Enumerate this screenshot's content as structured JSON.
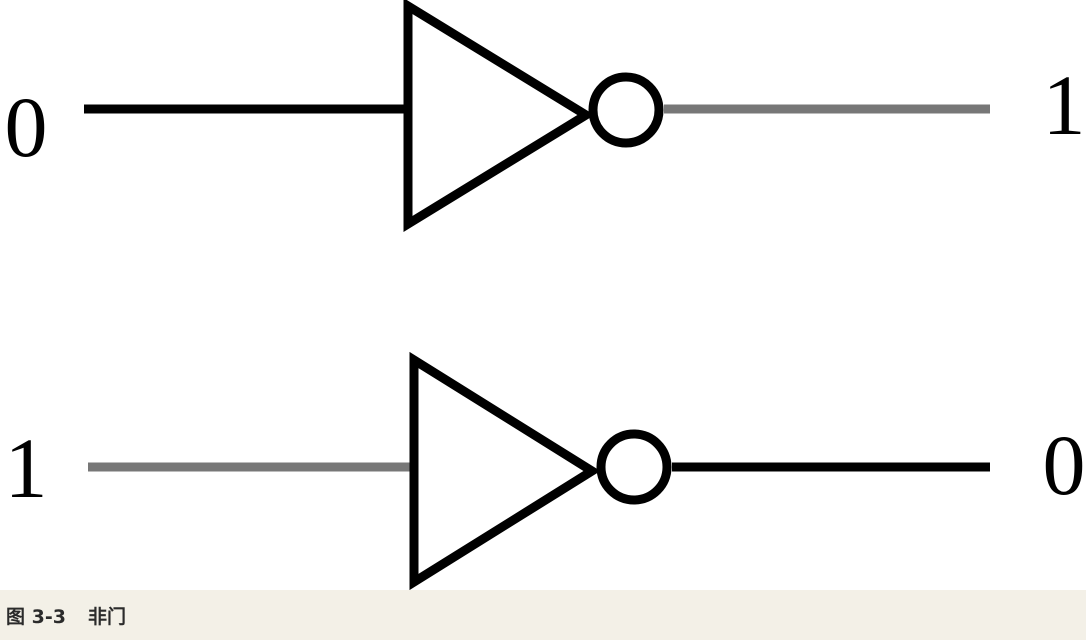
{
  "figure": {
    "number": "图 3-3",
    "title": "非门"
  },
  "colors": {
    "background": "#ffffff",
    "caption_background": "#f3f0e7",
    "stroke": "#000000",
    "low_signal_wire": "#000000",
    "high_signal_wire": "#777777"
  },
  "gates": [
    {
      "type": "NOT",
      "input_label": "0",
      "output_label": "1",
      "input_wire": "low",
      "output_wire": "high"
    },
    {
      "type": "NOT",
      "input_label": "1",
      "output_label": "0",
      "input_wire": "high",
      "output_wire": "low"
    }
  ]
}
